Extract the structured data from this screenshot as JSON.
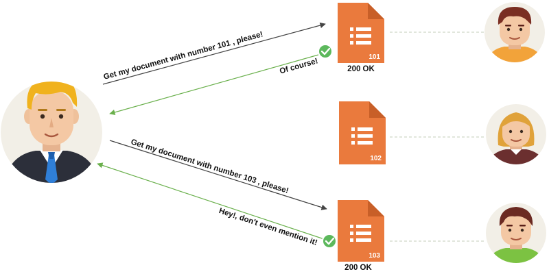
{
  "requests": [
    {
      "text": "Get my document with number 101 , please!"
    },
    {
      "text": "Get my document with number 103 , please!"
    }
  ],
  "responses": [
    {
      "text": "Of course!"
    },
    {
      "text": "Hey!, don't even mention it!"
    }
  ],
  "documents": [
    {
      "number": "101",
      "status": "200 OK"
    },
    {
      "number": "102",
      "status": ""
    },
    {
      "number": "103",
      "status": "200 OK"
    }
  ],
  "colors": {
    "document": "#ea7a3d",
    "request_arrow": "#444444",
    "response_arrow": "#6ab04c",
    "check": "#5cb85c",
    "avatar_bg": "#f2efe7",
    "dashed_link": "#cfd8c8"
  }
}
